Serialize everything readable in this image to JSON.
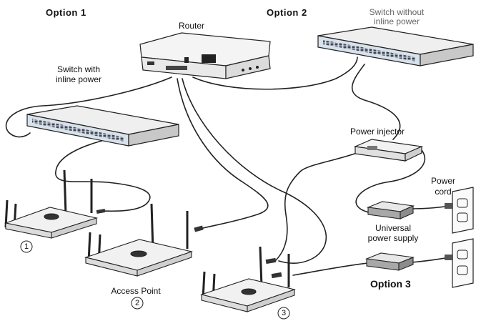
{
  "labels": {
    "option1": "Option 1",
    "option2": "Option 2",
    "option3": "Option 3",
    "router": "Router",
    "switch_without_line1": "Switch without",
    "switch_without_line2": "inline power",
    "switch_with_line1": "Switch with",
    "switch_with_line2": "inline power",
    "power_injector": "Power injector",
    "power_cord_line1": "Power",
    "power_cord_line2": "cord",
    "universal_line1": "Universal",
    "universal_line2": "power supply",
    "access_point": "Access Point",
    "marker1": "1",
    "marker2": "2",
    "marker3": "3"
  }
}
